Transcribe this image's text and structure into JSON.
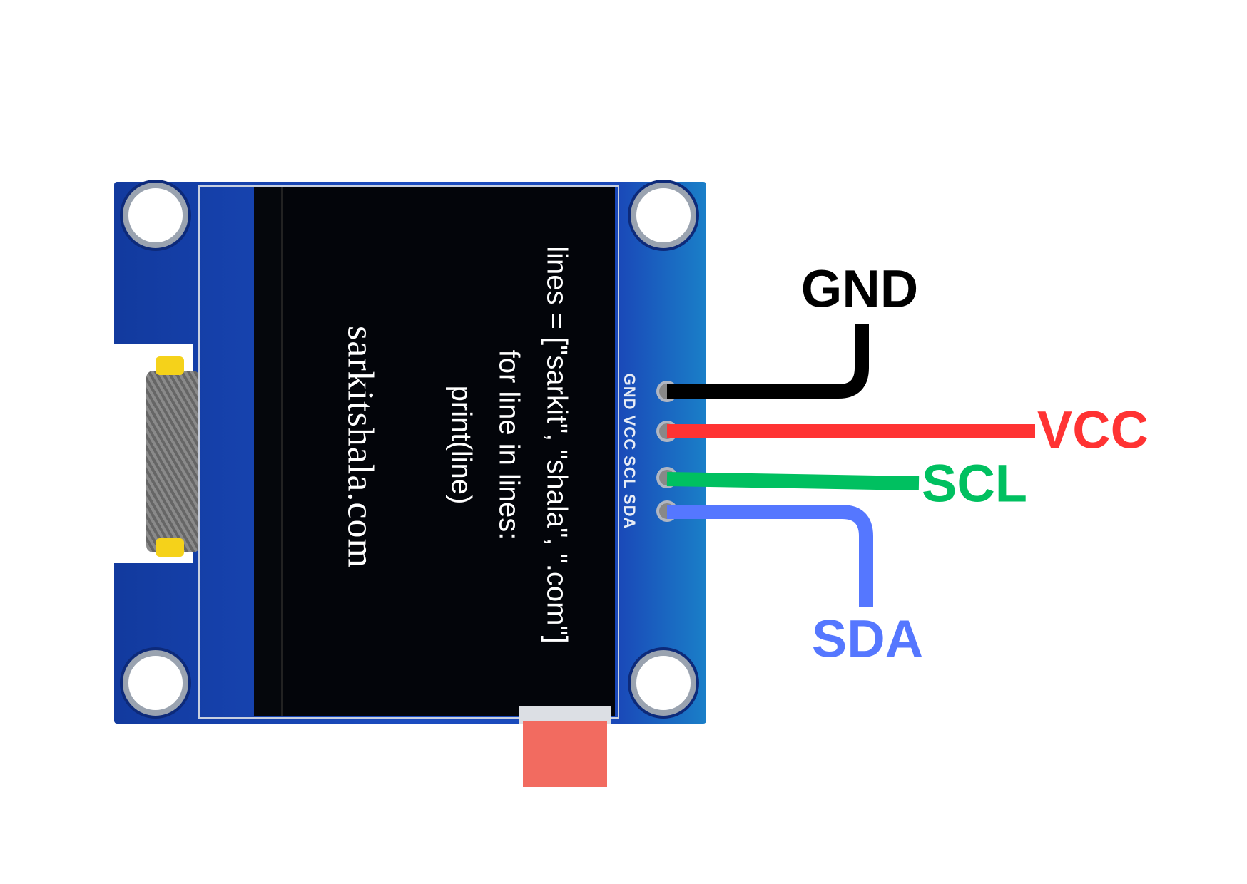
{
  "display": {
    "website": "sarkitshala.com",
    "code_lines": [
      "lines = [\"sarkit\", \"shala\", \".com\"]",
      "for line in lines:",
      "print(line)"
    ]
  },
  "pcb_label": "GND VCC SCL SDA",
  "pins": [
    {
      "name": "GND",
      "color": "#000000"
    },
    {
      "name": "VCC",
      "color": "#ff3333"
    },
    {
      "name": "SCL",
      "color": "#00c060"
    },
    {
      "name": "SDA",
      "color": "#5577ff"
    }
  ],
  "colors": {
    "board": "#1b4cc0",
    "screen": "#03050a",
    "tab": "#f26b60"
  }
}
